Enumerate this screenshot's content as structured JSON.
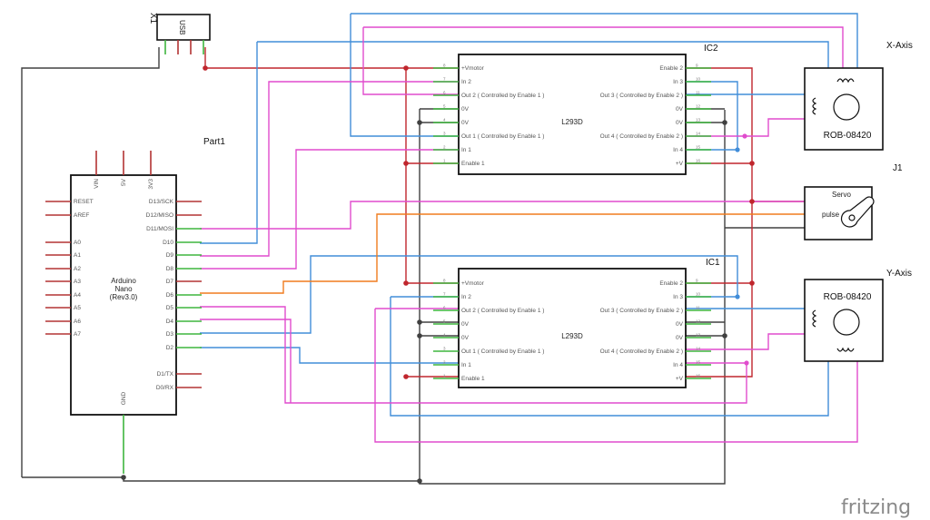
{
  "colors": {
    "wire_red": "#c0262d",
    "wire_blue": "#418dd9",
    "wire_pink": "#e04ccd",
    "wire_orange": "#f07c1e",
    "wire_dark": "#404040",
    "pin_green": "#3fb53f",
    "pin_red": "#b33434",
    "outline": "#111111",
    "logo": "#8a8a8a"
  },
  "x1": {
    "ref": "X1",
    "label": "USB"
  },
  "arduino": {
    "ref": "Part1",
    "name": [
      "Arduino",
      "Nano",
      "(Rev3.0)"
    ],
    "top_pins": [
      "VIN",
      "5V",
      "3V3"
    ],
    "left_pins": [
      "RESET",
      "AREF",
      "A0",
      "A1",
      "A2",
      "A3",
      "A4",
      "A5",
      "A6",
      "A7"
    ],
    "right_pins": [
      "D13/SCK",
      "D12/MISO",
      "D11/MOSI",
      "D10",
      "D9",
      "D8",
      "D7",
      "D6",
      "D5",
      "D4",
      "D3",
      "D2",
      "D1/TX",
      "D0/RX"
    ],
    "bottom_pin": "GND"
  },
  "ic2": {
    "ref": "IC2",
    "name": "L293D",
    "left_pins": [
      "+Vmotor",
      "In 2",
      "Out 2 ( Controlled by Enable 1 )",
      "0V",
      "0V",
      "Out 1 ( Controlled by Enable 1 )",
      "In 1",
      "Enable 1"
    ],
    "left_nums": [
      "8",
      "7",
      "6",
      "5",
      "4",
      "3",
      "2",
      "1"
    ],
    "right_pins": [
      "Enable 2",
      "In 3",
      "Out 3 ( Controlled by Enable 2 )",
      "0V",
      "0V",
      "Out 4 ( Controlled by Enable 2 )",
      "In 4",
      "+V"
    ],
    "right_nums": [
      "9",
      "10",
      "11",
      "12",
      "13",
      "14",
      "15",
      "16"
    ]
  },
  "ic1": {
    "ref": "IC1",
    "name": "L293D",
    "left_pins": [
      "+Vmotor",
      "In 2",
      "Out 2 ( Controlled by Enable 1 )",
      "0V",
      "0V",
      "Out 1 ( Controlled by Enable 1 )",
      "In 1",
      "Enable 1"
    ],
    "left_nums": [
      "8",
      "7",
      "6",
      "5",
      "4",
      "3",
      "2",
      "1"
    ],
    "right_pins": [
      "Enable 2",
      "In 3",
      "Out 3 ( Controlled by Enable 2 )",
      "0V",
      "0V",
      "Out 4 ( Controlled by Enable 2 )",
      "In 4",
      "+V"
    ],
    "right_nums": [
      "9",
      "10",
      "11",
      "12",
      "13",
      "14",
      "15",
      "16"
    ]
  },
  "motor_x": {
    "axis": "X-Axis",
    "name": "ROB-08420"
  },
  "motor_y": {
    "axis": "Y-Axis",
    "name": "ROB-08420"
  },
  "servo": {
    "ref": "J1",
    "name": "Servo",
    "pin": "pulse"
  },
  "logo": "fritzing"
}
